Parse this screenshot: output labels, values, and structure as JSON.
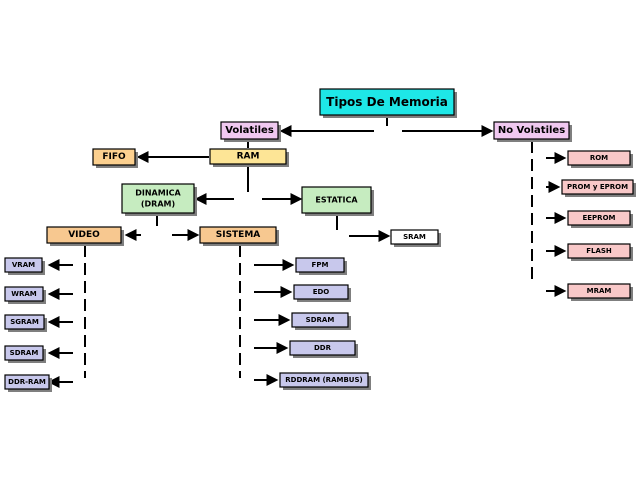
{
  "colors": {
    "root": "#1ee7e7",
    "volatile": "#f0c8f0",
    "ram": "#fde596",
    "fifo": "#fcd08f",
    "dinamica": "#c6ecc0",
    "estatica": "#c6ecc0",
    "video": "#f7c890",
    "sistema": "#f7c890",
    "white": "#ffffff",
    "list_purple": "#c8c8ec",
    "list_pink": "#f8c8c8",
    "shadow": "#7f7f7f",
    "stroke": "#000000"
  },
  "nodes": {
    "root": "Tipos De Memoria",
    "volatiles": "Volatiles",
    "no_volatiles": "No Volatiles",
    "fifo": "FIFO",
    "ram": "RAM",
    "dinamica": [
      "DINAMICA",
      "(DRAM)"
    ],
    "estatica": "ESTATICA",
    "video": "VIDEO",
    "sistema": "SISTEMA",
    "sram": "SRAM",
    "video_types": [
      "VRAM",
      "WRAM",
      "SGRAM",
      "SDRAM",
      "DDR-RAM"
    ],
    "sistema_types": [
      "FPM",
      "EDO",
      "SDRAM",
      "DDR",
      "RDDRAM (RAMBUS)"
    ],
    "no_volatile_types": [
      "ROM",
      "PROM y EPROM",
      "EEPROM",
      "FLASH",
      "MRAM"
    ]
  }
}
